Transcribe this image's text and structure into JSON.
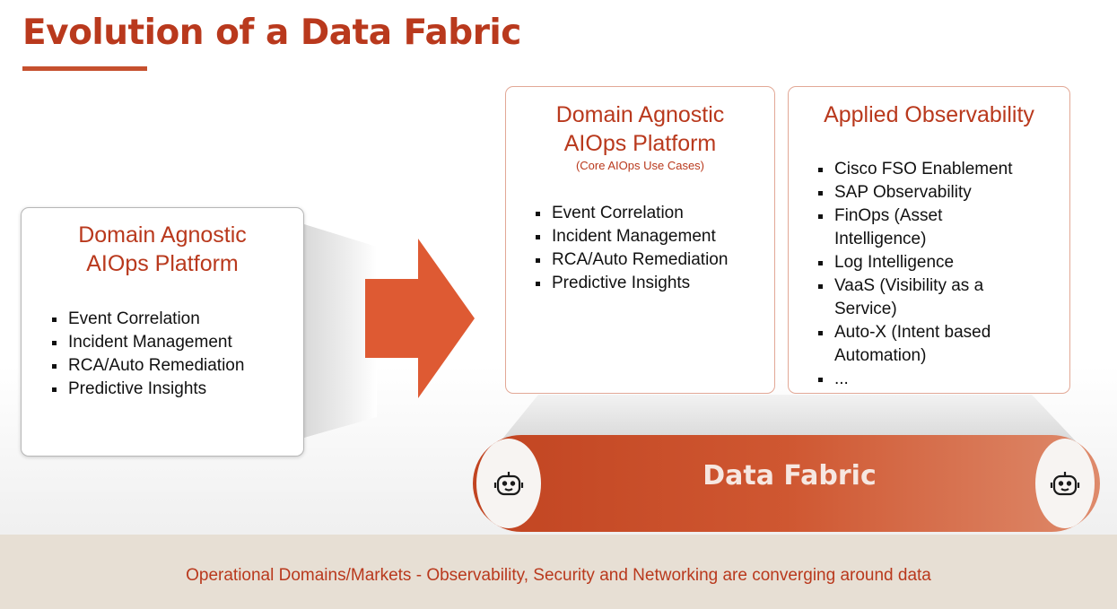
{
  "title": "Evolution of a Data Fabric",
  "left_card": {
    "title_line1": "Domain Agnostic",
    "title_line2": "AIOps Platform",
    "items": [
      "Event Correlation",
      "Incident Management",
      "RCA/Auto Remediation",
      "Predictive Insights"
    ]
  },
  "middle_card": {
    "title_line1": "Domain Agnostic",
    "title_line2": "AIOps Platform",
    "subtitle": "(Core AIOps Use Cases)",
    "items": [
      "Event Correlation",
      "Incident Management",
      "RCA/Auto Remediation",
      "Predictive Insights"
    ]
  },
  "right_card": {
    "title": "Applied Observability",
    "items": [
      "Cisco FSO Enablement",
      "SAP Observability",
      "FinOps (Asset",
      "Intelligence)",
      "Log Intelligence",
      "VaaS (Visibility as a",
      "Service)",
      "Auto-X (Intent based",
      "Automation)",
      "..."
    ]
  },
  "fabric": {
    "label": "Data Fabric",
    "left_icon": "robot-icon",
    "right_icon": "robot-icon"
  },
  "footer": "Operational Domains/Markets - Observability, Security and Networking are converging around data",
  "colors": {
    "accent": "#b9391d",
    "arrow": "#de5a33",
    "fabric": "#c8502c",
    "band": "#e7dfd4"
  }
}
